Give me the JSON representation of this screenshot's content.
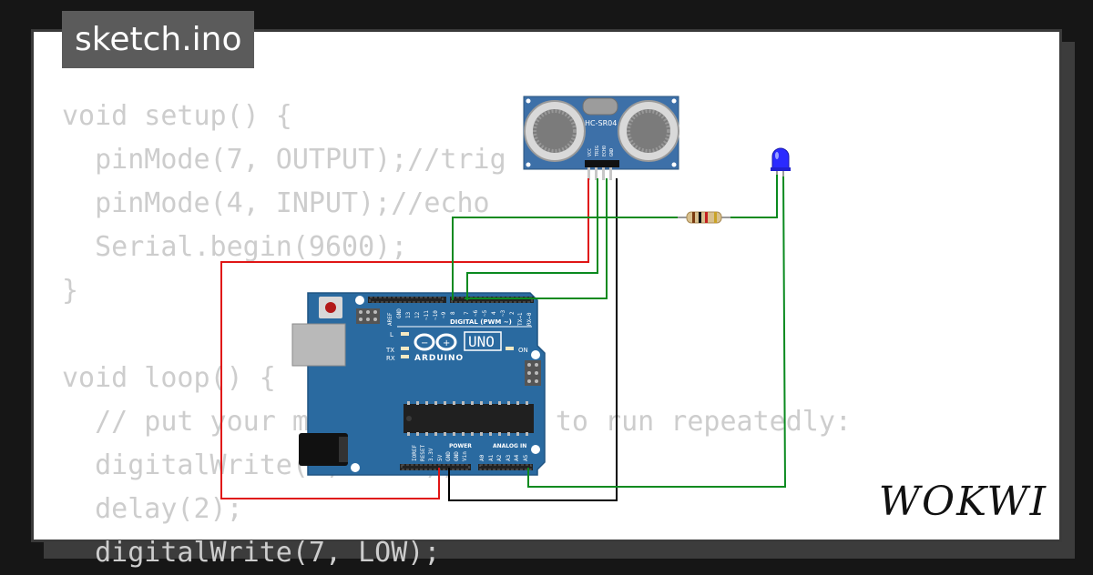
{
  "title": "sketch.ino",
  "code_lines": [
    "void setup() {",
    "  pinMode(7, OUTPUT);//trig",
    "  pinMode(4, INPUT);//echo",
    "  Serial.begin(9600);",
    "}",
    "",
    "void loop() {",
    "  // put your main code here, to run repeatedly:",
    "  digitalWrite(7, HIGH);",
    "  delay(2);",
    "  digitalWrite(7, LOW);"
  ],
  "sensor": {
    "model": "HC-SR04",
    "pins": [
      "VCC",
      "TRIG",
      "ECHO",
      "GND"
    ]
  },
  "board": {
    "brand": "ARDUINO",
    "model": "UNO",
    "digital_header": "DIGITAL (PWM ~)",
    "power_header": "POWER",
    "analog_header": "ANALOG IN",
    "led_labels": [
      "L",
      "TX",
      "RX",
      "ON"
    ],
    "top_pin_labels": [
      "AREF",
      "GND",
      "13",
      "12",
      "~11",
      "~10",
      "~9",
      "8",
      "7",
      "~6",
      "~5",
      "4",
      "~3",
      "2",
      "TX→1",
      "RX←0"
    ],
    "power_pin_labels": [
      "IOREF",
      "RESET",
      "3.3V",
      "5V",
      "GND",
      "GND",
      "Vin"
    ],
    "analog_pin_labels": [
      "A0",
      "A1",
      "A2",
      "A3",
      "A4",
      "A5"
    ]
  },
  "logo": "WOKWI",
  "colors": {
    "board": "#2a6aa0",
    "wire_power": "#e01515",
    "wire_ground": "#000000",
    "wire_signal": "#0a8a1f",
    "led": "#2a2aff",
    "code_text": "#cdcdcd",
    "title_bg": "#5b5b5b"
  }
}
